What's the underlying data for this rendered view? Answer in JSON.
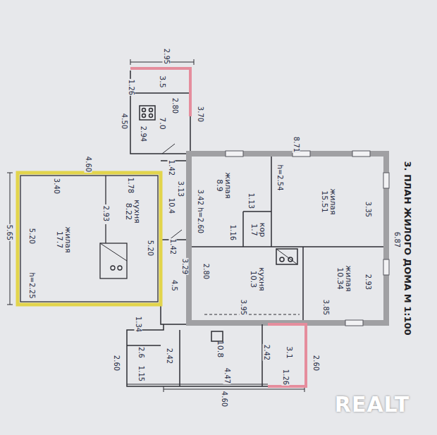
{
  "diagram": {
    "title": "3. ПЛАН ЖИЛОГО ДОМА М 1:100",
    "nodes": [
      {
        "text": [
          "жилая",
          "17.7"
        ]
      },
      {
        "text": [
          "кухня",
          "8.22"
        ]
      },
      {
        "text": [
          "7.0"
        ]
      },
      {
        "text": [
          "3.5"
        ]
      },
      {
        "text": [
          "жилая",
          "8.9"
        ]
      },
      {
        "text": [
          "кор",
          "1.7"
        ]
      },
      {
        "text": [
          "жилая",
          "15.51"
        ]
      },
      {
        "text": [
          "кухня",
          "10.3"
        ]
      },
      {
        "text": [
          "жилая",
          "10.34"
        ]
      },
      {
        "text": [
          "10.8"
        ]
      },
      {
        "text": [
          "3.1"
        ]
      }
    ],
    "labels": [
      "2.95",
      "1.26",
      "4.50",
      "2.80",
      "3.70",
      "2.94",
      "1.42",
      "8.71",
      "4.60",
      "3.40",
      "1.78",
      "2.93",
      "3.13",
      "10.4",
      "3.42 h=2.60",
      "h=2.54",
      "3.35",
      "6.87",
      "1.13",
      "1.16",
      "5.20",
      "5.65",
      "h=2.25",
      "5.20",
      "1.42",
      "3.29",
      "2.80",
      "4.5",
      "3.95",
      "3.85",
      "2.93",
      "1.34",
      "2.6",
      "1.15",
      "2.60",
      "2.42",
      "4.47",
      "4.60",
      "2.42",
      "1.26",
      "2.60",
      "REALT"
    ]
  }
}
